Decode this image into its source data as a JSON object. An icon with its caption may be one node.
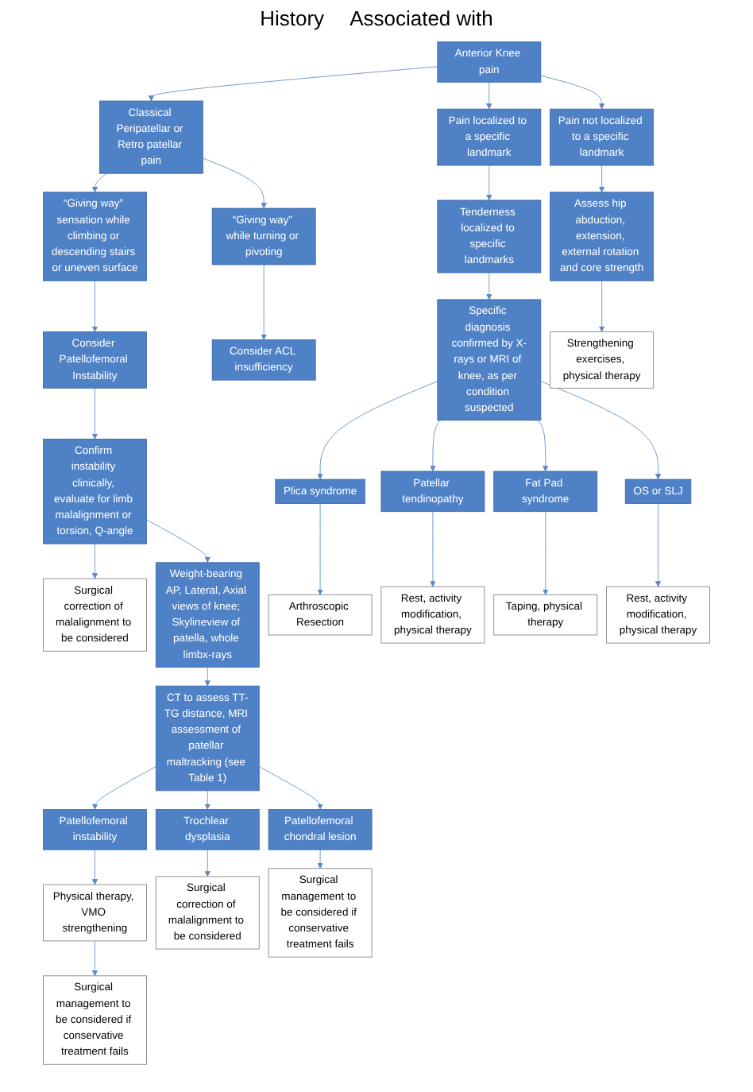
{
  "diagram": {
    "nodes": [
      {
        "text": [
          "Anterior Knee pain"
        ]
      },
      {
        "text": [
          "Classical Peripatellar or Retro patellar pain"
        ]
      },
      {
        "text": [
          "Pain localized to a specific landmark"
        ]
      },
      {
        "text": [
          "Pain not localized to a specific landmark"
        ]
      },
      {
        "text": [
          "“Giving way” sensation while climbing or descending stairs or uneven surface"
        ]
      },
      {
        "text": [
          "“Giving way” while turning or pivoting"
        ]
      },
      {
        "text": [
          "Tenderness localized to specific landmarks"
        ]
      },
      {
        "text": [
          "Assess hip abduction, extension, external rotation and core strength"
        ]
      },
      {
        "text": [
          "Consider Patellofemoral Instability"
        ]
      },
      {
        "text": [
          "Consider ACL insufficiency"
        ]
      },
      {
        "text": [
          "Specific diagnosis confirmed by X-rays or MRI of knee, as per condition suspected"
        ]
      },
      {
        "text": [
          "Strengthening exercises, physical therapy"
        ]
      },
      {
        "text": [
          "Plica syndrome"
        ]
      },
      {
        "text": [
          "Arthroscopic Resection"
        ]
      },
      {
        "text": [
          "Confirm instability clinically, evaluate for limb malalignment or torsion, Q-angle"
        ]
      },
      {
        "text": [
          "Surgical correction of malalignment to be considered"
        ]
      },
      {
        "text": [
          "Patellar tendinopathy"
        ]
      },
      {
        "text": [
          "Rest, activity modification, physical therapy"
        ]
      },
      {
        "text": [
          "Weight-bearing AP, Lateral, Axial views of knee; Skylineview of patella, whole limbx-rays"
        ]
      },
      {
        "text": [
          "Fat Pad syndrome"
        ]
      },
      {
        "text": [
          "Taping, physical therapy"
        ]
      },
      {
        "text": [
          "OS or SLJ"
        ]
      },
      {
        "text": [
          "Rest, activity modification, physical therapy"
        ]
      },
      {
        "text": [
          "CT to assess TT-TG distance, MRI assessment of patellar maltracking (see Table 1)"
        ]
      },
      {
        "text": [
          "Patellofemoral instability"
        ]
      },
      {
        "text": [
          "Physical therapy, VMO strengthening"
        ]
      },
      {
        "text": [
          "Surgical management to be considered if conservative treatment fails"
        ]
      },
      {
        "text": [
          "Trochlear dysplasia"
        ]
      },
      {
        "text": [
          "Patellofemoral chondral lesion"
        ]
      },
      {
        "text": [
          "Surgical management to be considered if conservative treatment fails"
        ]
      },
      {
        "text": [
          "Surgical correction of malalignment to be considered"
        ]
      }
    ],
    "edges": [
      {
        "from": 0,
        "to": 1,
        "arrow": "to"
      },
      {
        "from": 0,
        "to": 2,
        "arrow": "to"
      },
      {
        "from": 0,
        "to": 3,
        "arrow": "to"
      },
      {
        "from": 1,
        "to": 4,
        "arrow": "to"
      },
      {
        "from": 1,
        "to": 5,
        "arrow": "to"
      },
      {
        "from": 2,
        "to": 6,
        "arrow": "to"
      },
      {
        "from": 3,
        "to": 7,
        "arrow": "to"
      },
      {
        "from": 4,
        "to": 8,
        "arrow": "to"
      },
      {
        "from": 5,
        "to": 9,
        "arrow": "to"
      },
      {
        "from": 6,
        "to": 10,
        "arrow": "to"
      },
      {
        "from": 7,
        "to": 11,
        "arrow": "to"
      },
      {
        "from": 10,
        "to": 12,
        "arrow": "to"
      },
      {
        "from": 10,
        "to": 16,
        "arrow": "to"
      },
      {
        "from": 10,
        "to": 19,
        "arrow": "to"
      },
      {
        "from": 10,
        "to": 21,
        "arrow": "to"
      },
      {
        "from": 12,
        "to": 13,
        "arrow": "to"
      },
      {
        "from": 16,
        "to": 17,
        "arrow": "to"
      },
      {
        "from": 19,
        "to": 20,
        "arrow": "to"
      },
      {
        "from": 21,
        "to": 22,
        "arrow": "to"
      },
      {
        "from": 8,
        "to": 14,
        "arrow": "to"
      },
      {
        "from": 14,
        "to": 15,
        "arrow": "to"
      },
      {
        "from": 14,
        "to": 18,
        "arrow": "to"
      },
      {
        "from": 18,
        "to": 23,
        "arrow": "to"
      },
      {
        "from": 23,
        "to": 24,
        "arrow": "to"
      },
      {
        "from": 24,
        "to": 25,
        "arrow": "to"
      },
      {
        "from": 25,
        "to": 26,
        "arrow": "to"
      },
      {
        "from": 23,
        "to": 27,
        "arrow": "to"
      },
      {
        "from": 23,
        "to": 28,
        "arrow": "to"
      },
      {
        "from": 28,
        "to": 29,
        "arrow": "to"
      },
      {
        "from": 27,
        "to": 30,
        "arrow": "to"
      }
    ],
    "labels": [
      "History",
      "Associated with"
    ]
  }
}
